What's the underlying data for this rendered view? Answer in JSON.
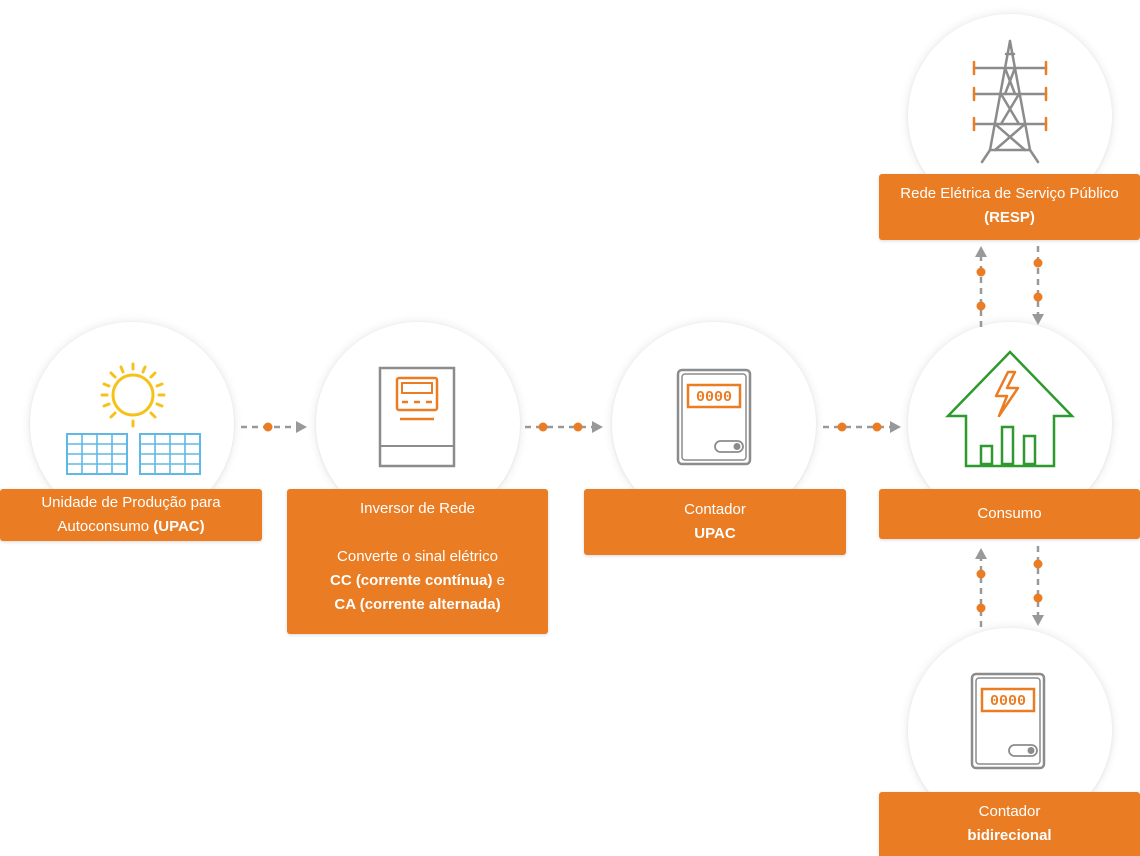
{
  "nodes": {
    "upac": {
      "line1": "Unidade de Produção para",
      "line2_pre": "Autoconsumo ",
      "line2_bold": "(UPAC)"
    },
    "inverter": {
      "title": "Inversor de Rede",
      "desc1": "Converte o sinal elétrico",
      "desc2_bold": "CC (corrente contínua)",
      "desc2_post": " e",
      "desc3_bold": "CA (corrente alternada)"
    },
    "meter_upac": {
      "title": "Contador",
      "subtitle_bold": "UPAC"
    },
    "consumption": {
      "title": "Consumo"
    },
    "grid": {
      "title": "Rede Elétrica de Serviço Público",
      "subtitle_bold": "(RESP)"
    },
    "bidirectional_meter": {
      "title": "Contador",
      "subtitle_bold": "bidirecional"
    }
  },
  "meter_display": "0000",
  "colors": {
    "accent": "#ea7c23",
    "arrow": "#999999",
    "house": "#2e9a2e",
    "panel": "#5fb8e6",
    "sun": "#f6c21a",
    "device": "#8c8c8c"
  },
  "icons": [
    "solar-panel-icon",
    "inverter-icon",
    "meter-icon",
    "house-icon",
    "transmission-tower-icon",
    "bidirectional-meter-icon"
  ]
}
